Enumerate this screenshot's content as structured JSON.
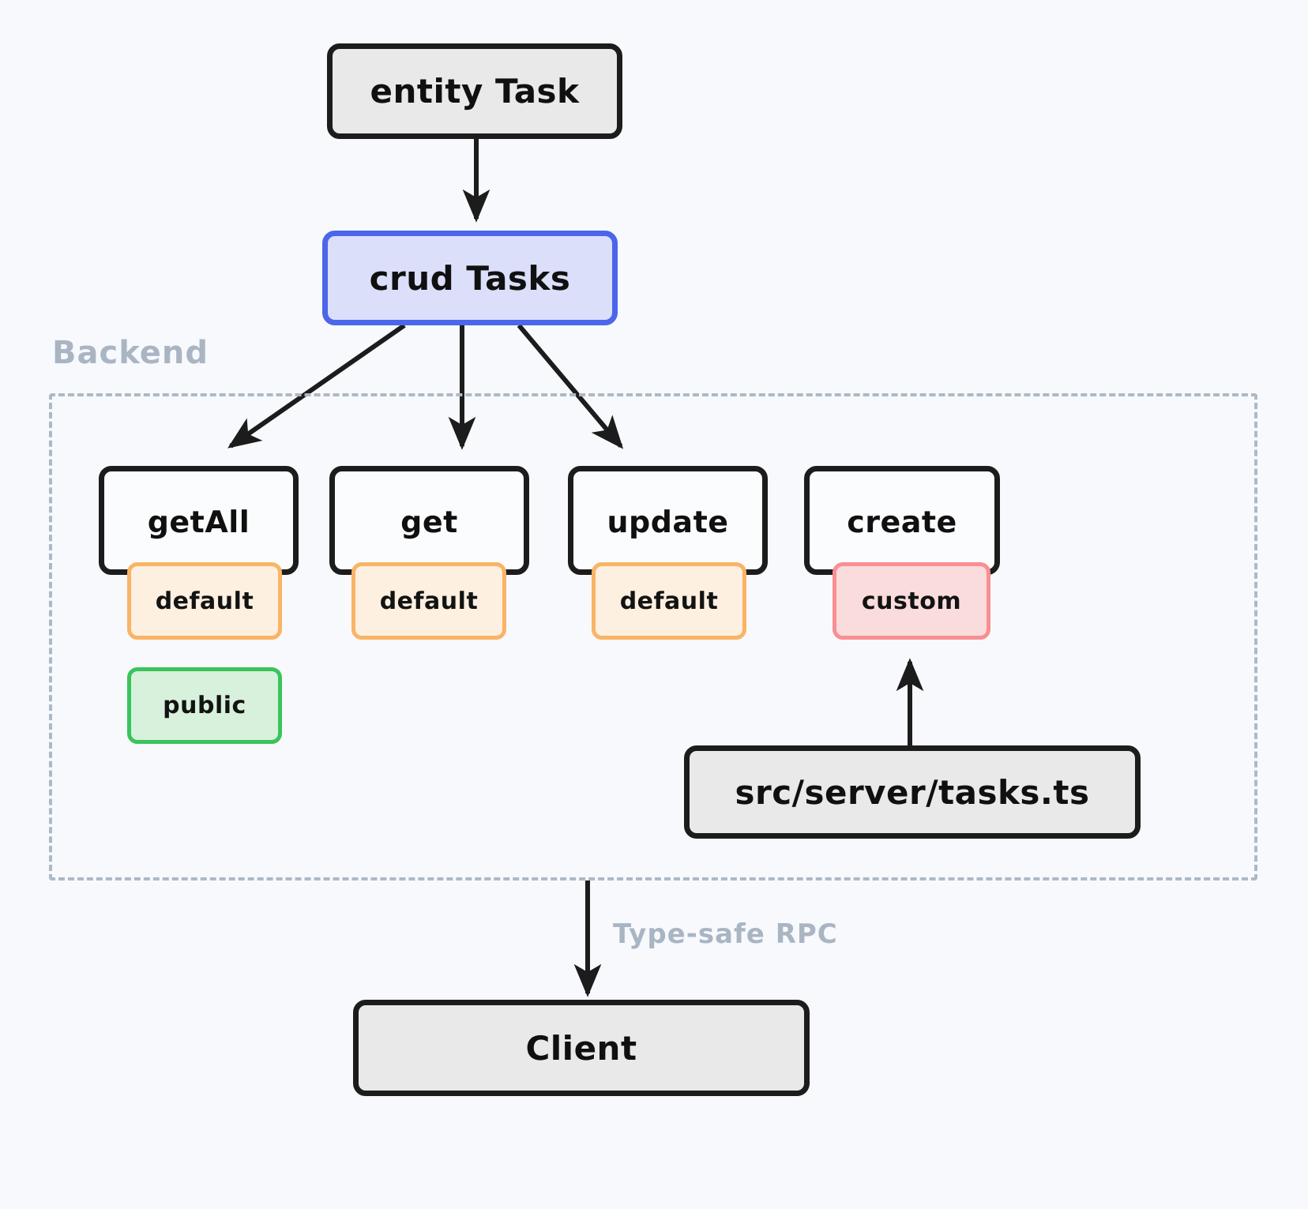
{
  "diagram": {
    "title": "Task CRUD backend to client flow",
    "background_color": "#f7f9fc",
    "type": "flowchart"
  },
  "nodes": {
    "entity": {
      "label": "entity Task",
      "fill": "#e9e9e9",
      "stroke": "#1c1c1c"
    },
    "crud": {
      "label": "crud Tasks",
      "fill": "#dcdffa",
      "stroke": "#4b66ea"
    },
    "getAll": {
      "label": "getAll",
      "fill": "#fbfcfe",
      "stroke": "#1c1c1c"
    },
    "get": {
      "label": "get",
      "fill": "#fbfcfe",
      "stroke": "#1c1c1c"
    },
    "update": {
      "label": "update",
      "fill": "#fbfcfe",
      "stroke": "#1c1c1c"
    },
    "create": {
      "label": "create",
      "fill": "#fbfcfe",
      "stroke": "#1c1c1c"
    },
    "source": {
      "label": "src/server/tasks.ts",
      "fill": "#e9e9e9",
      "stroke": "#1c1c1c"
    },
    "client": {
      "label": "Client",
      "fill": "#e9e9e9",
      "stroke": "#1c1c1c"
    }
  },
  "badges": {
    "getAll_default": {
      "label": "default",
      "fill": "#fdf0e1",
      "stroke": "#f9b465"
    },
    "getAll_public": {
      "label": "public",
      "fill": "#d7f1dd",
      "stroke": "#3ac45c"
    },
    "get_default": {
      "label": "default",
      "fill": "#fdf0e1",
      "stroke": "#f9b465"
    },
    "update_default": {
      "label": "default",
      "fill": "#fdf0e1",
      "stroke": "#f9b465"
    },
    "create_custom": {
      "label": "custom",
      "fill": "#fadcdd",
      "stroke": "#f98f92"
    }
  },
  "groups": {
    "backend": {
      "label": "Backend",
      "stroke": "#aeb9c6",
      "style": "dashed"
    }
  },
  "edge_labels": {
    "rpc": {
      "label": "Type-safe RPC",
      "color": "#aab5c3"
    }
  },
  "edges": [
    {
      "from": "entity",
      "to": "crud",
      "label": ""
    },
    {
      "from": "crud",
      "to": "getAll",
      "label": ""
    },
    {
      "from": "crud",
      "to": "get",
      "label": ""
    },
    {
      "from": "crud",
      "to": "update",
      "label": ""
    },
    {
      "from": "backend",
      "to": "client",
      "label": "Type-safe RPC"
    },
    {
      "from": "source",
      "to": "create_custom",
      "label": ""
    }
  ]
}
